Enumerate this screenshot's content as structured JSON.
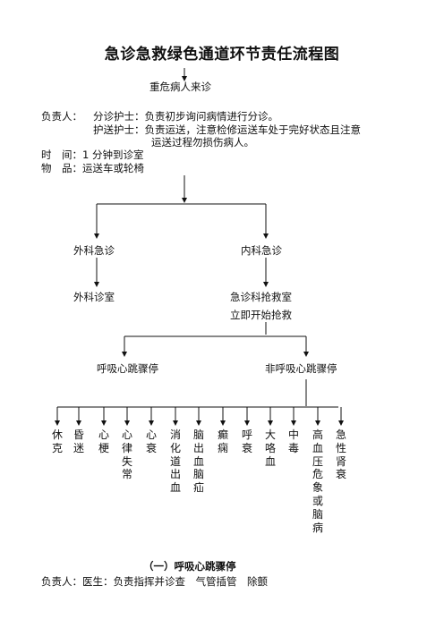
{
  "title": "急诊急救绿色通道环节责任流程图",
  "start_node": "重危病人来诊",
  "responsibility": {
    "label": "负责人：",
    "triage_nurse": "分诊护士：负责初步询问病情进行分诊。",
    "escort_nurse_1": "护送护士：负责运送，注意检修运送车处于完好状态且注意",
    "escort_nurse_2": "运送过程勿损伤病人。",
    "time": "时　间：1 分钟到诊室",
    "items": "物　品：运送车或轮椅"
  },
  "level1": {
    "surgical": "外科急诊",
    "medical": "内科急诊"
  },
  "level2": {
    "surgical_room": "外科诊室",
    "rescue_room": "急诊科抢救室",
    "start_rescue": "立即开始抢救"
  },
  "level3": {
    "arrest": "呼吸心跳骤停",
    "non_arrest": "非呼吸心跳骤停"
  },
  "conditions": [
    "休克",
    "昏迷",
    "心梗",
    "心律失常",
    "心衰",
    "消化道出血",
    "脑出血脑疝",
    "癫痫",
    "呼衰",
    "大咯血",
    "中毒",
    "高血压危象或脑病",
    "急性肾衰"
  ],
  "section_heading": "（一）呼吸心跳骤停",
  "bottom_line": "负责人：医生：负责指挥并诊查　气管插管　除颤"
}
